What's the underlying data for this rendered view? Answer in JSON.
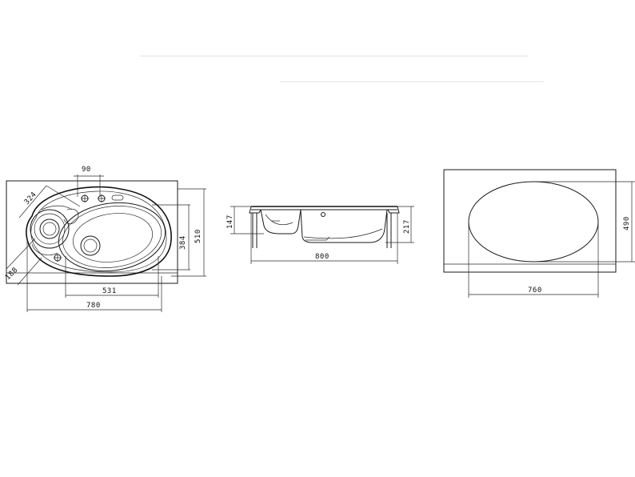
{
  "views": {
    "top": {
      "dimensions": {
        "d90": "90",
        "d324": "324",
        "d188": "188",
        "d384": "384",
        "d510": "510",
        "d531": "531",
        "d780": "780"
      }
    },
    "side": {
      "dimensions": {
        "d147": "147",
        "d217": "217",
        "d800": "800"
      }
    },
    "cutout": {
      "dimensions": {
        "d490": "490",
        "d760": "760"
      }
    }
  }
}
